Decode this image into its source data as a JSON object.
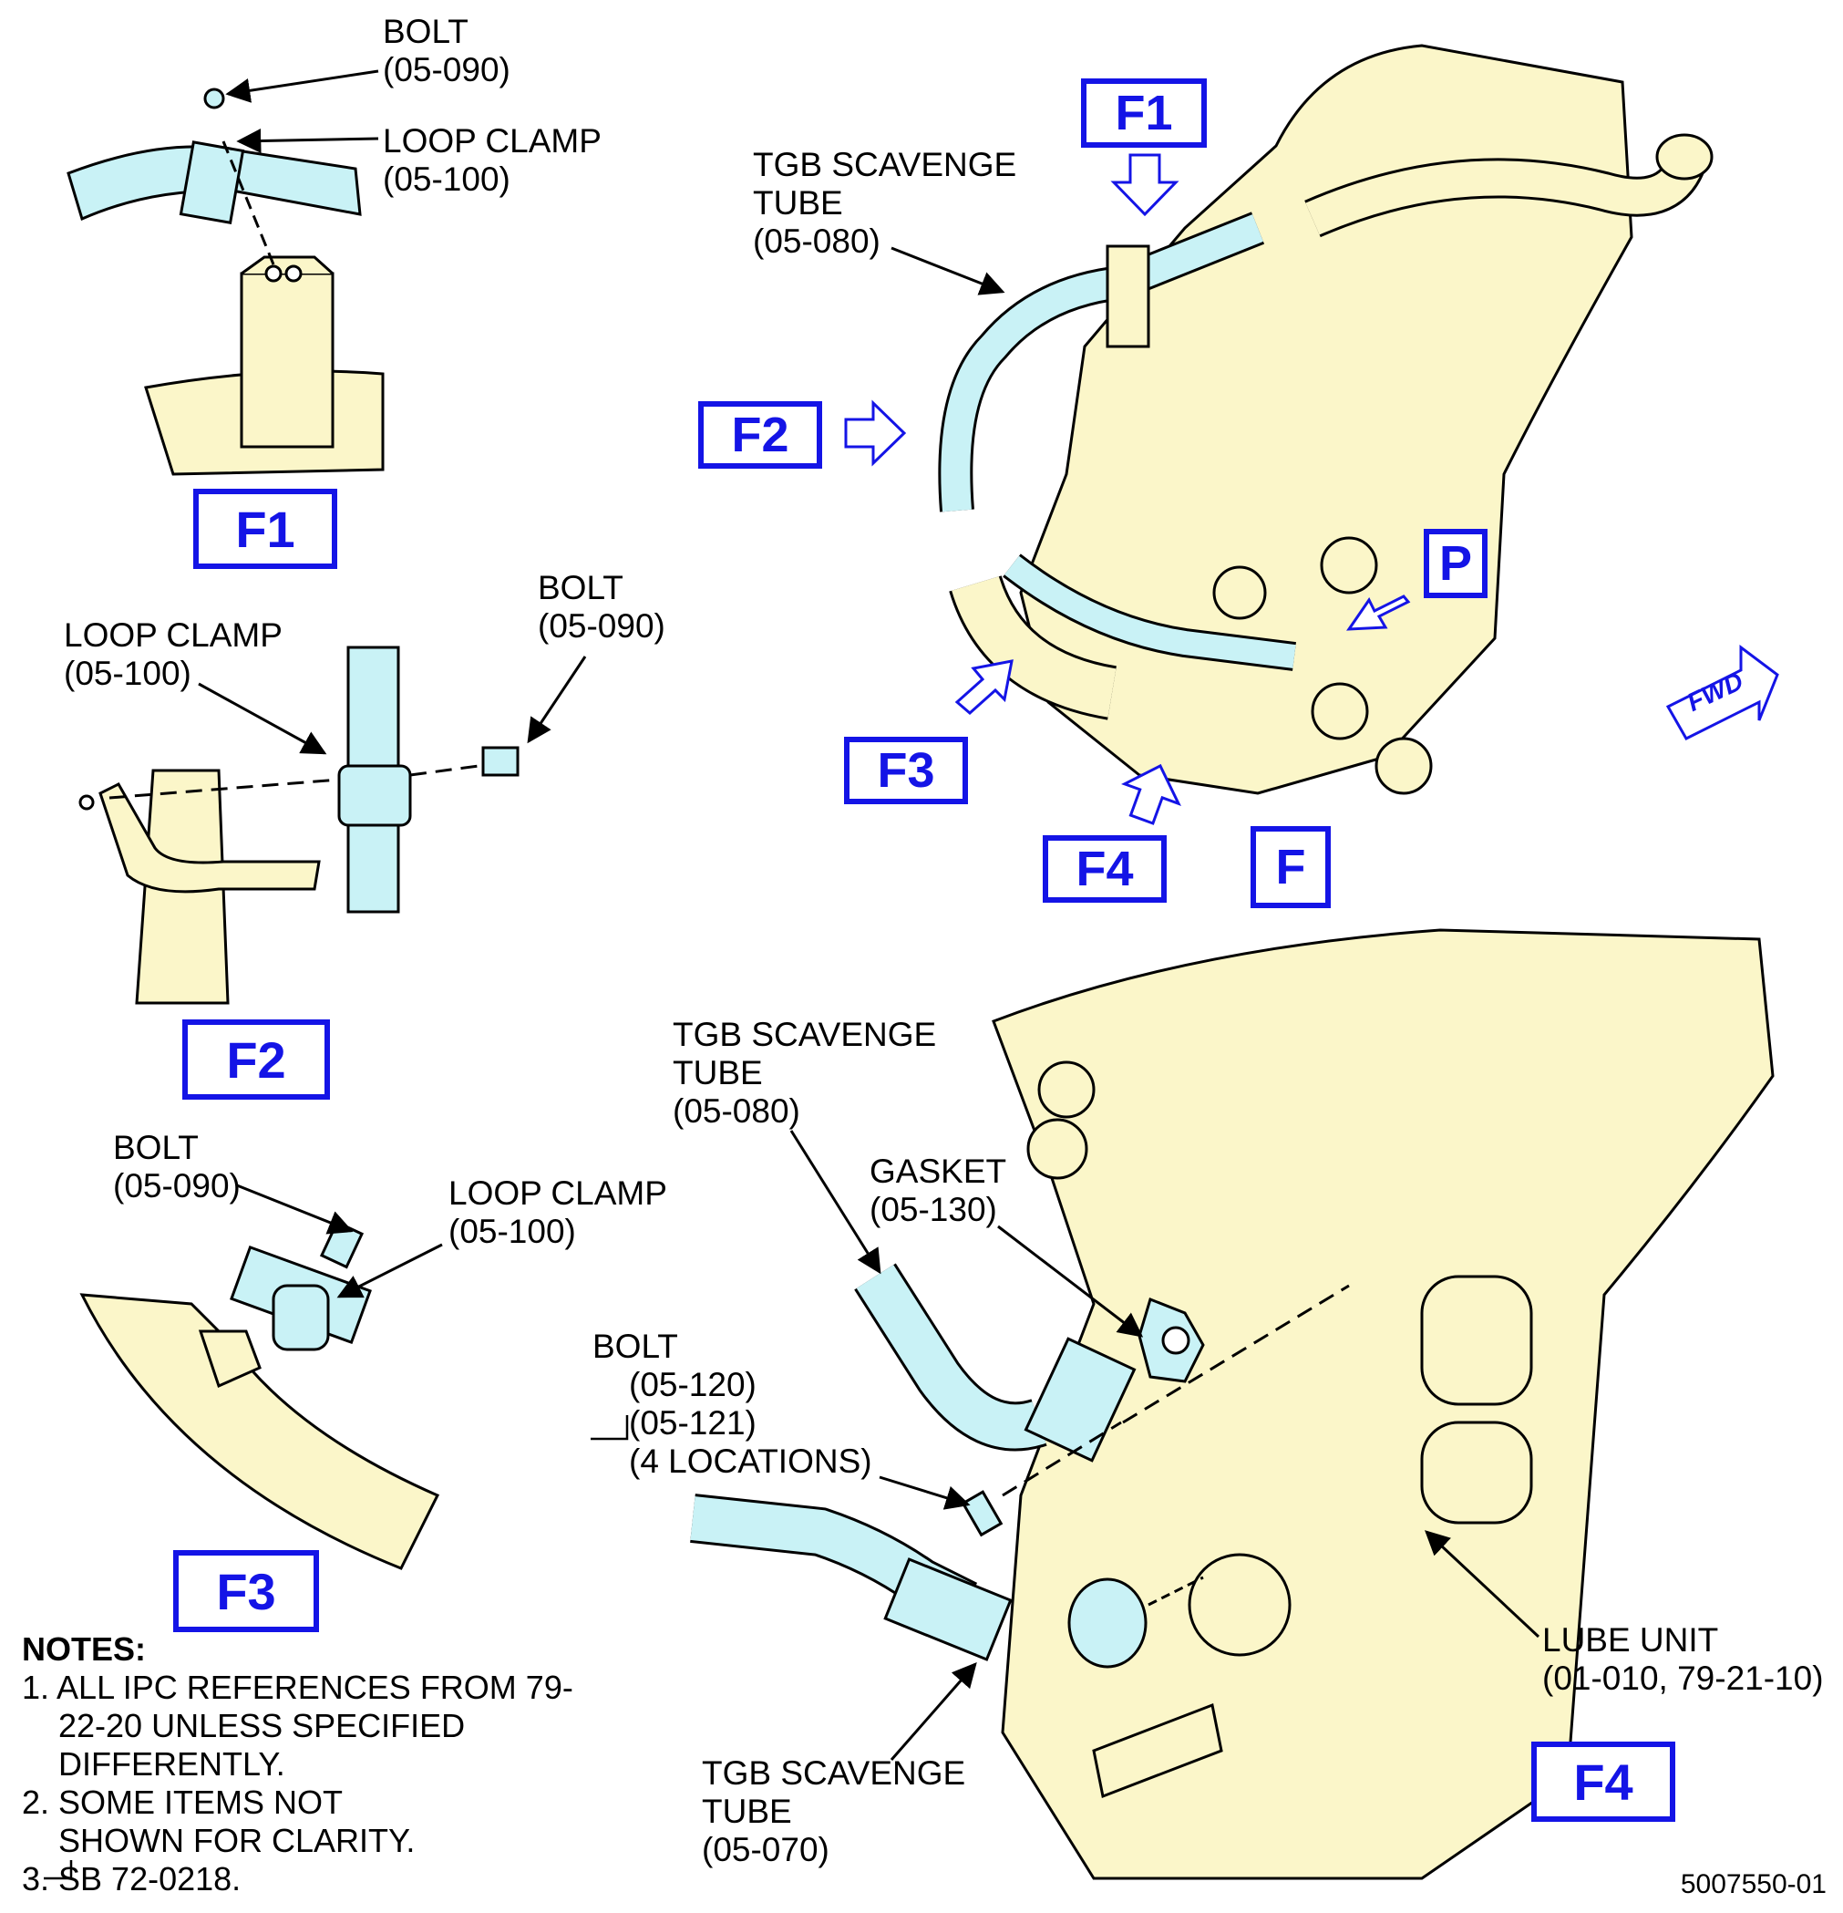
{
  "colors": {
    "callout_blue": "#1414e6",
    "part_fill": "#fbf6c9",
    "tube_fill": "#c9f2f6",
    "line": "#000000"
  },
  "callouts": {
    "f1_top": "F1",
    "f2_main": "F2",
    "f3_main": "F3",
    "f4_main": "F4",
    "p_label": "P",
    "f_label": "F",
    "f1_detail": "F1",
    "f2_detail": "F2",
    "f3_detail": "F3",
    "f4_detail": "F4",
    "fwd": "FWD"
  },
  "detail_f1": {
    "bolt": [
      "BOLT",
      "(05-090)"
    ],
    "loop_clamp": [
      "LOOP CLAMP",
      "(05-100)"
    ]
  },
  "detail_f2": {
    "loop_clamp": [
      "LOOP CLAMP",
      "(05-100)"
    ],
    "bolt": [
      "BOLT",
      "(05-090)"
    ]
  },
  "detail_f3": {
    "bolt": [
      "BOLT",
      "(05-090)"
    ],
    "loop_clamp": [
      "LOOP CLAMP",
      "(05-100)"
    ]
  },
  "main_view": {
    "tgb_tube": [
      "TGB SCAVENGE",
      "TUBE",
      "(05-080)"
    ]
  },
  "detail_f4": {
    "tgb_tube_080": [
      "TGB SCAVENGE",
      "TUBE",
      "(05-080)"
    ],
    "gasket": [
      "GASKET",
      "(05-130)"
    ],
    "bolt": [
      "BOLT",
      "(05-120)",
      "(05-121)",
      "(4 LOCATIONS)"
    ],
    "lube_unit": [
      "LUBE UNIT",
      "(01-010, 79-21-10)"
    ],
    "tgb_tube_070": [
      "TGB SCAVENGE",
      "TUBE",
      "(05-070)"
    ]
  },
  "notes": {
    "heading": "NOTES:",
    "items": [
      "1. ALL IPC REFERENCES FROM 79-22-20 UNLESS SPECIFIED DIFFERENTLY.",
      "2. SOME ITEMS NOT SHOWN FOR CLARITY.",
      "3. SB 72-0218."
    ]
  },
  "document_id": "5007550-01"
}
